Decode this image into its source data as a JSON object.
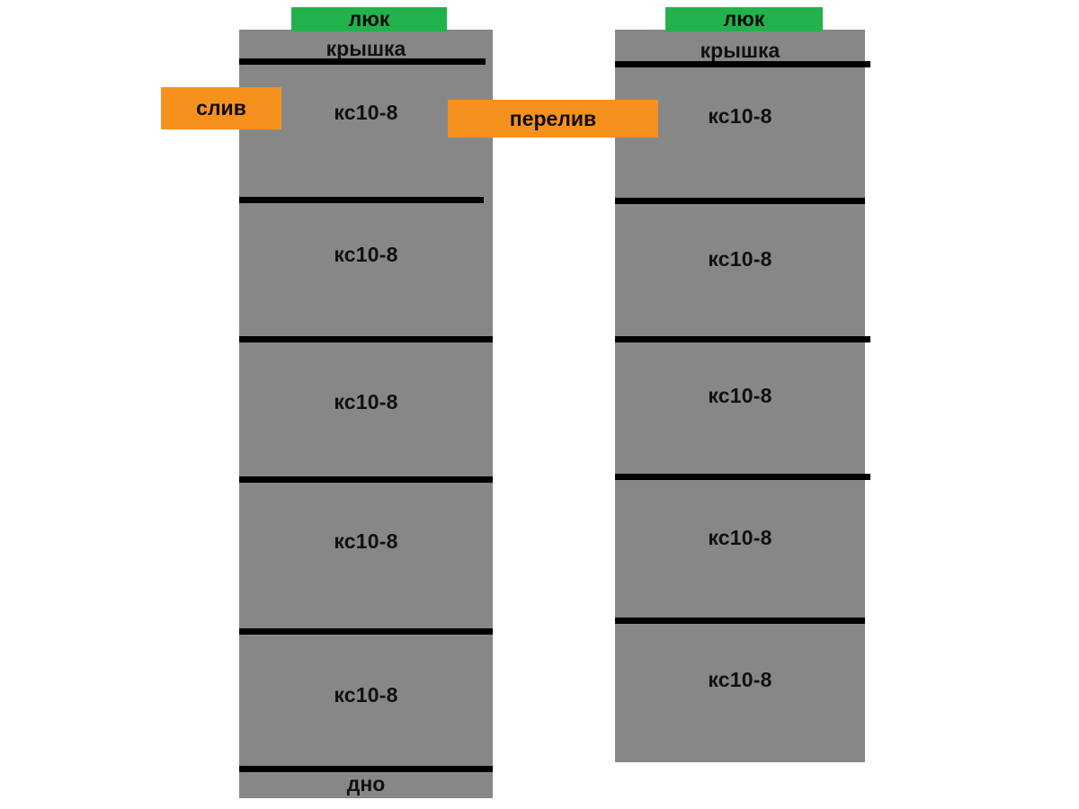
{
  "diagram": {
    "title": "septic-tank-two-well-section",
    "colors": {
      "concrete": "#878787",
      "joint_line": "#000000",
      "hatch_tag": "#22b24c",
      "pipe_tag": "#f7911e",
      "background": "#ffffff",
      "text": "#111111"
    },
    "wells": [
      {
        "id": "well-left",
        "hatch_label": "люк",
        "cap_label": "крышка",
        "bottom_label": "дно",
        "ring_count": 5,
        "rings": [
          {
            "label": "кс10-8"
          },
          {
            "label": "кс10-8"
          },
          {
            "label": "кс10-8"
          },
          {
            "label": "кс10-8"
          },
          {
            "label": "кс10-8"
          }
        ]
      },
      {
        "id": "well-right",
        "hatch_label": "люк",
        "cap_label": "крышка",
        "ring_count": 5,
        "rings": [
          {
            "label": "кс10-8"
          },
          {
            "label": "кс10-8"
          },
          {
            "label": "кс10-8"
          },
          {
            "label": "кс10-8"
          },
          {
            "label": "кс10-8"
          }
        ]
      }
    ],
    "pipes": [
      {
        "id": "drain",
        "label": "слив"
      },
      {
        "id": "overflow",
        "label": "перелив"
      }
    ]
  }
}
